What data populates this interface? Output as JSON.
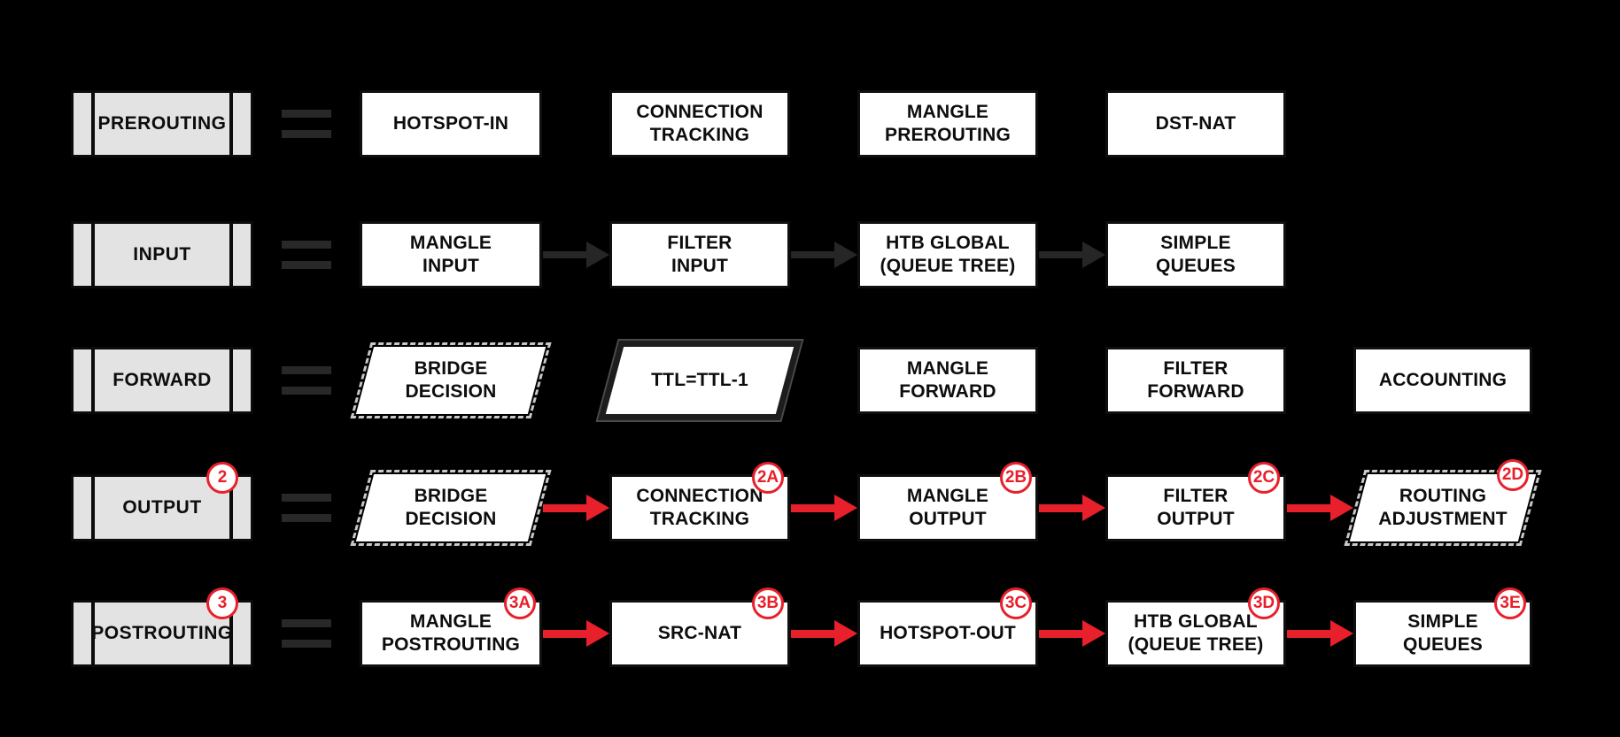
{
  "diagram": {
    "background": "#000000",
    "colors": {
      "box_fill": "#ffffff",
      "chain_label_fill": "#e3e3e3",
      "text": "#0d0d0d",
      "accent_red": "#e8202b",
      "arrow_dark_gray": "#262626",
      "equals_gray": "#282828"
    },
    "icons": {
      "equals-icon": "two horizontal bars (=)",
      "flow-arrow-icon": "right-pointing arrow (→)",
      "step-badge-icon": "circled step number"
    }
  },
  "rows": [
    {
      "chain": {
        "label": "PREROUTING",
        "badge": ""
      },
      "arrow_color": "none",
      "nodes": [
        {
          "label": "HOTSPOT-IN",
          "shape": "rectangle",
          "badge": ""
        },
        {
          "label": "CONNECTION\nTRACKING",
          "shape": "rectangle",
          "badge": ""
        },
        {
          "label": "MANGLE\nPREROUTING",
          "shape": "rectangle",
          "badge": ""
        },
        {
          "label": "DST-NAT",
          "shape": "rectangle",
          "badge": ""
        }
      ]
    },
    {
      "chain": {
        "label": "INPUT",
        "badge": ""
      },
      "arrow_color": "dark-gray",
      "nodes": [
        {
          "label": "MANGLE\nINPUT",
          "shape": "rectangle",
          "badge": ""
        },
        {
          "label": "FILTER\nINPUT",
          "shape": "rectangle",
          "badge": ""
        },
        {
          "label": "HTB GLOBAL\n(QUEUE TREE)",
          "shape": "rectangle",
          "badge": ""
        },
        {
          "label": "SIMPLE\nQUEUES",
          "shape": "rectangle",
          "badge": ""
        }
      ]
    },
    {
      "chain": {
        "label": "FORWARD",
        "badge": ""
      },
      "arrow_color": "none",
      "nodes": [
        {
          "label": "BRIDGE\nDECISION",
          "shape": "parallelogram-dashed",
          "badge": ""
        },
        {
          "label": "TTL=TTL-1",
          "shape": "parallelogram-solid",
          "badge": ""
        },
        {
          "label": "MANGLE\nFORWARD",
          "shape": "rectangle",
          "badge": ""
        },
        {
          "label": "FILTER\nFORWARD",
          "shape": "rectangle",
          "badge": ""
        },
        {
          "label": "ACCOUNTING",
          "shape": "rectangle",
          "badge": ""
        }
      ]
    },
    {
      "chain": {
        "label": "OUTPUT",
        "badge": "2"
      },
      "arrow_color": "red",
      "nodes": [
        {
          "label": "BRIDGE\nDECISION",
          "shape": "parallelogram-dashed",
          "badge": ""
        },
        {
          "label": "CONNECTION\nTRACKING",
          "shape": "rectangle",
          "badge": "2A"
        },
        {
          "label": "MANGLE\nOUTPUT",
          "shape": "rectangle",
          "badge": "2B"
        },
        {
          "label": "FILTER\nOUTPUT",
          "shape": "rectangle",
          "badge": "2C"
        },
        {
          "label": "ROUTING\nADJUSTMENT",
          "shape": "parallelogram-dashed",
          "badge": "2D"
        }
      ]
    },
    {
      "chain": {
        "label": "POSTROUTING",
        "badge": "3"
      },
      "arrow_color": "red",
      "nodes": [
        {
          "label": "MANGLE\nPOSTROUTING",
          "shape": "rectangle",
          "badge": "3A"
        },
        {
          "label": "SRC-NAT",
          "shape": "rectangle",
          "badge": "3B"
        },
        {
          "label": "HOTSPOT-OUT",
          "shape": "rectangle",
          "badge": "3C"
        },
        {
          "label": "HTB GLOBAL\n(QUEUE TREE)",
          "shape": "rectangle",
          "badge": "3D"
        },
        {
          "label": "SIMPLE\nQUEUES",
          "shape": "rectangle",
          "badge": "3E"
        }
      ]
    }
  ]
}
